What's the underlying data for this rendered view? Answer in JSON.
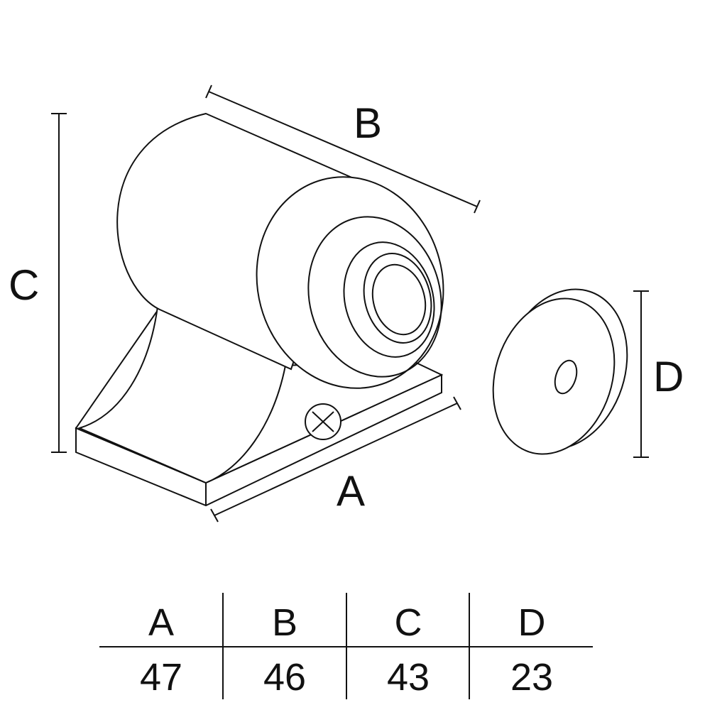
{
  "drawing": {
    "dimension_labels": {
      "A": "A",
      "B": "B",
      "C": "C",
      "D": "D"
    }
  },
  "table": {
    "headers": [
      "A",
      "B",
      "C",
      "D"
    ],
    "values": [
      "47",
      "46",
      "43",
      "23"
    ]
  }
}
